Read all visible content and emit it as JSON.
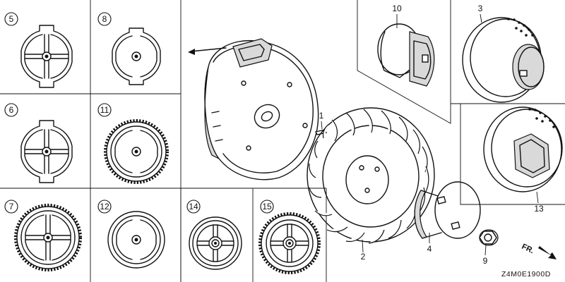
{
  "diagram": {
    "code": "Z4M0E1900D",
    "fr_label": "FR.",
    "grid_items": [
      {
        "label": "5"
      },
      {
        "label": "8"
      },
      {
        "label": "6"
      },
      {
        "label": "11"
      },
      {
        "label": "7"
      },
      {
        "label": "12"
      },
      {
        "label": "14"
      },
      {
        "label": "15"
      }
    ],
    "callouts": [
      {
        "label": "10"
      },
      {
        "label": "3"
      },
      {
        "label": "1"
      },
      {
        "label": "13"
      },
      {
        "label": "2"
      },
      {
        "label": "4"
      },
      {
        "label": "9"
      }
    ]
  }
}
